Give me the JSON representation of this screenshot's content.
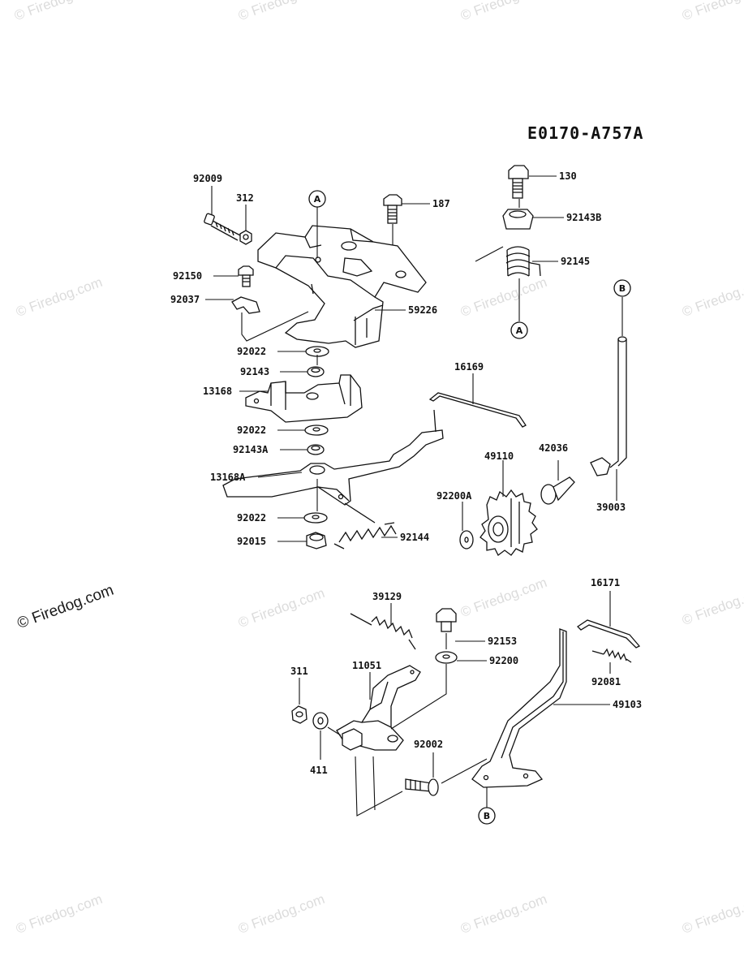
{
  "diagram_code": "E0170-A757A",
  "watermark": "© Firedog.com",
  "ref_markers": {
    "a": "A",
    "b": "B"
  },
  "callouts": {
    "p92009": "92009",
    "p312": "312",
    "p187": "187",
    "p130": "130",
    "p92143B": "92143B",
    "p92145": "92145",
    "p92150": "92150",
    "p92037": "92037",
    "p59226": "59226",
    "p92022a": "92022",
    "p92143": "92143",
    "p13168": "13168",
    "p16169": "16169",
    "p92022b": "92022",
    "p92143A": "92143A",
    "p13168A": "13168A",
    "p49110": "49110",
    "p42036": "42036",
    "p39003": "39003",
    "p92200A": "92200A",
    "p92022c": "92022",
    "p92015": "92015",
    "p92144": "92144",
    "p39129": "39129",
    "p16171": "16171",
    "p92153": "92153",
    "p11051": "11051",
    "p92200": "92200",
    "p311": "311",
    "p92081": "92081",
    "p49103": "49103",
    "p411": "411",
    "p92002": "92002"
  }
}
